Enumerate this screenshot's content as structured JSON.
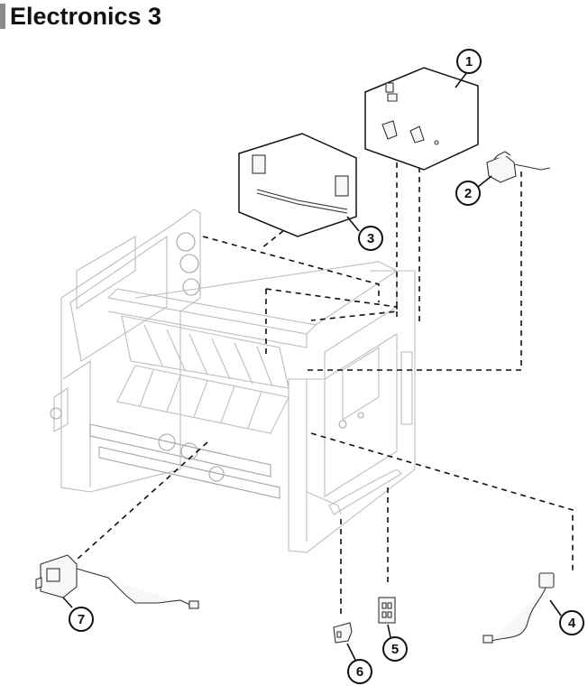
{
  "page": {
    "title": "Electronics 3"
  },
  "callouts": [
    {
      "number": "1"
    },
    {
      "number": "2"
    },
    {
      "number": "3"
    },
    {
      "number": "4"
    },
    {
      "number": "5"
    },
    {
      "number": "6"
    },
    {
      "number": "7"
    }
  ]
}
